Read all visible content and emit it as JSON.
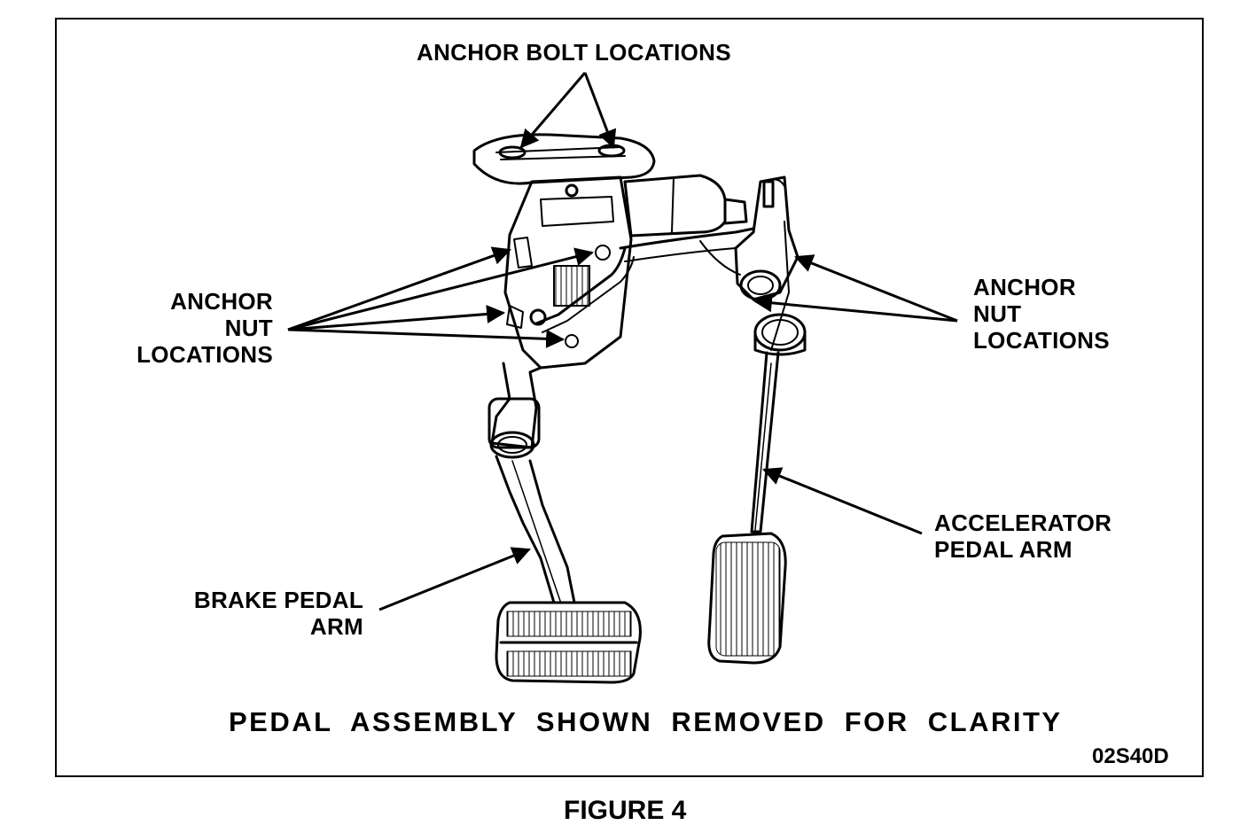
{
  "labels": {
    "anchor_bolt": "ANCHOR BOLT LOCATIONS",
    "anchor_nut_left": [
      "ANCHOR",
      "NUT",
      "LOCATIONS"
    ],
    "anchor_nut_right": [
      "ANCHOR",
      "NUT",
      "LOCATIONS"
    ],
    "accelerator": [
      "ACCELERATOR",
      "PEDAL ARM"
    ],
    "brake": [
      "BRAKE PEDAL",
      "ARM"
    ]
  },
  "caption": "PEDAL ASSEMBLY SHOWN REMOVED FOR CLARITY",
  "code": "02S40D",
  "figure_title": "FIGURE 4"
}
